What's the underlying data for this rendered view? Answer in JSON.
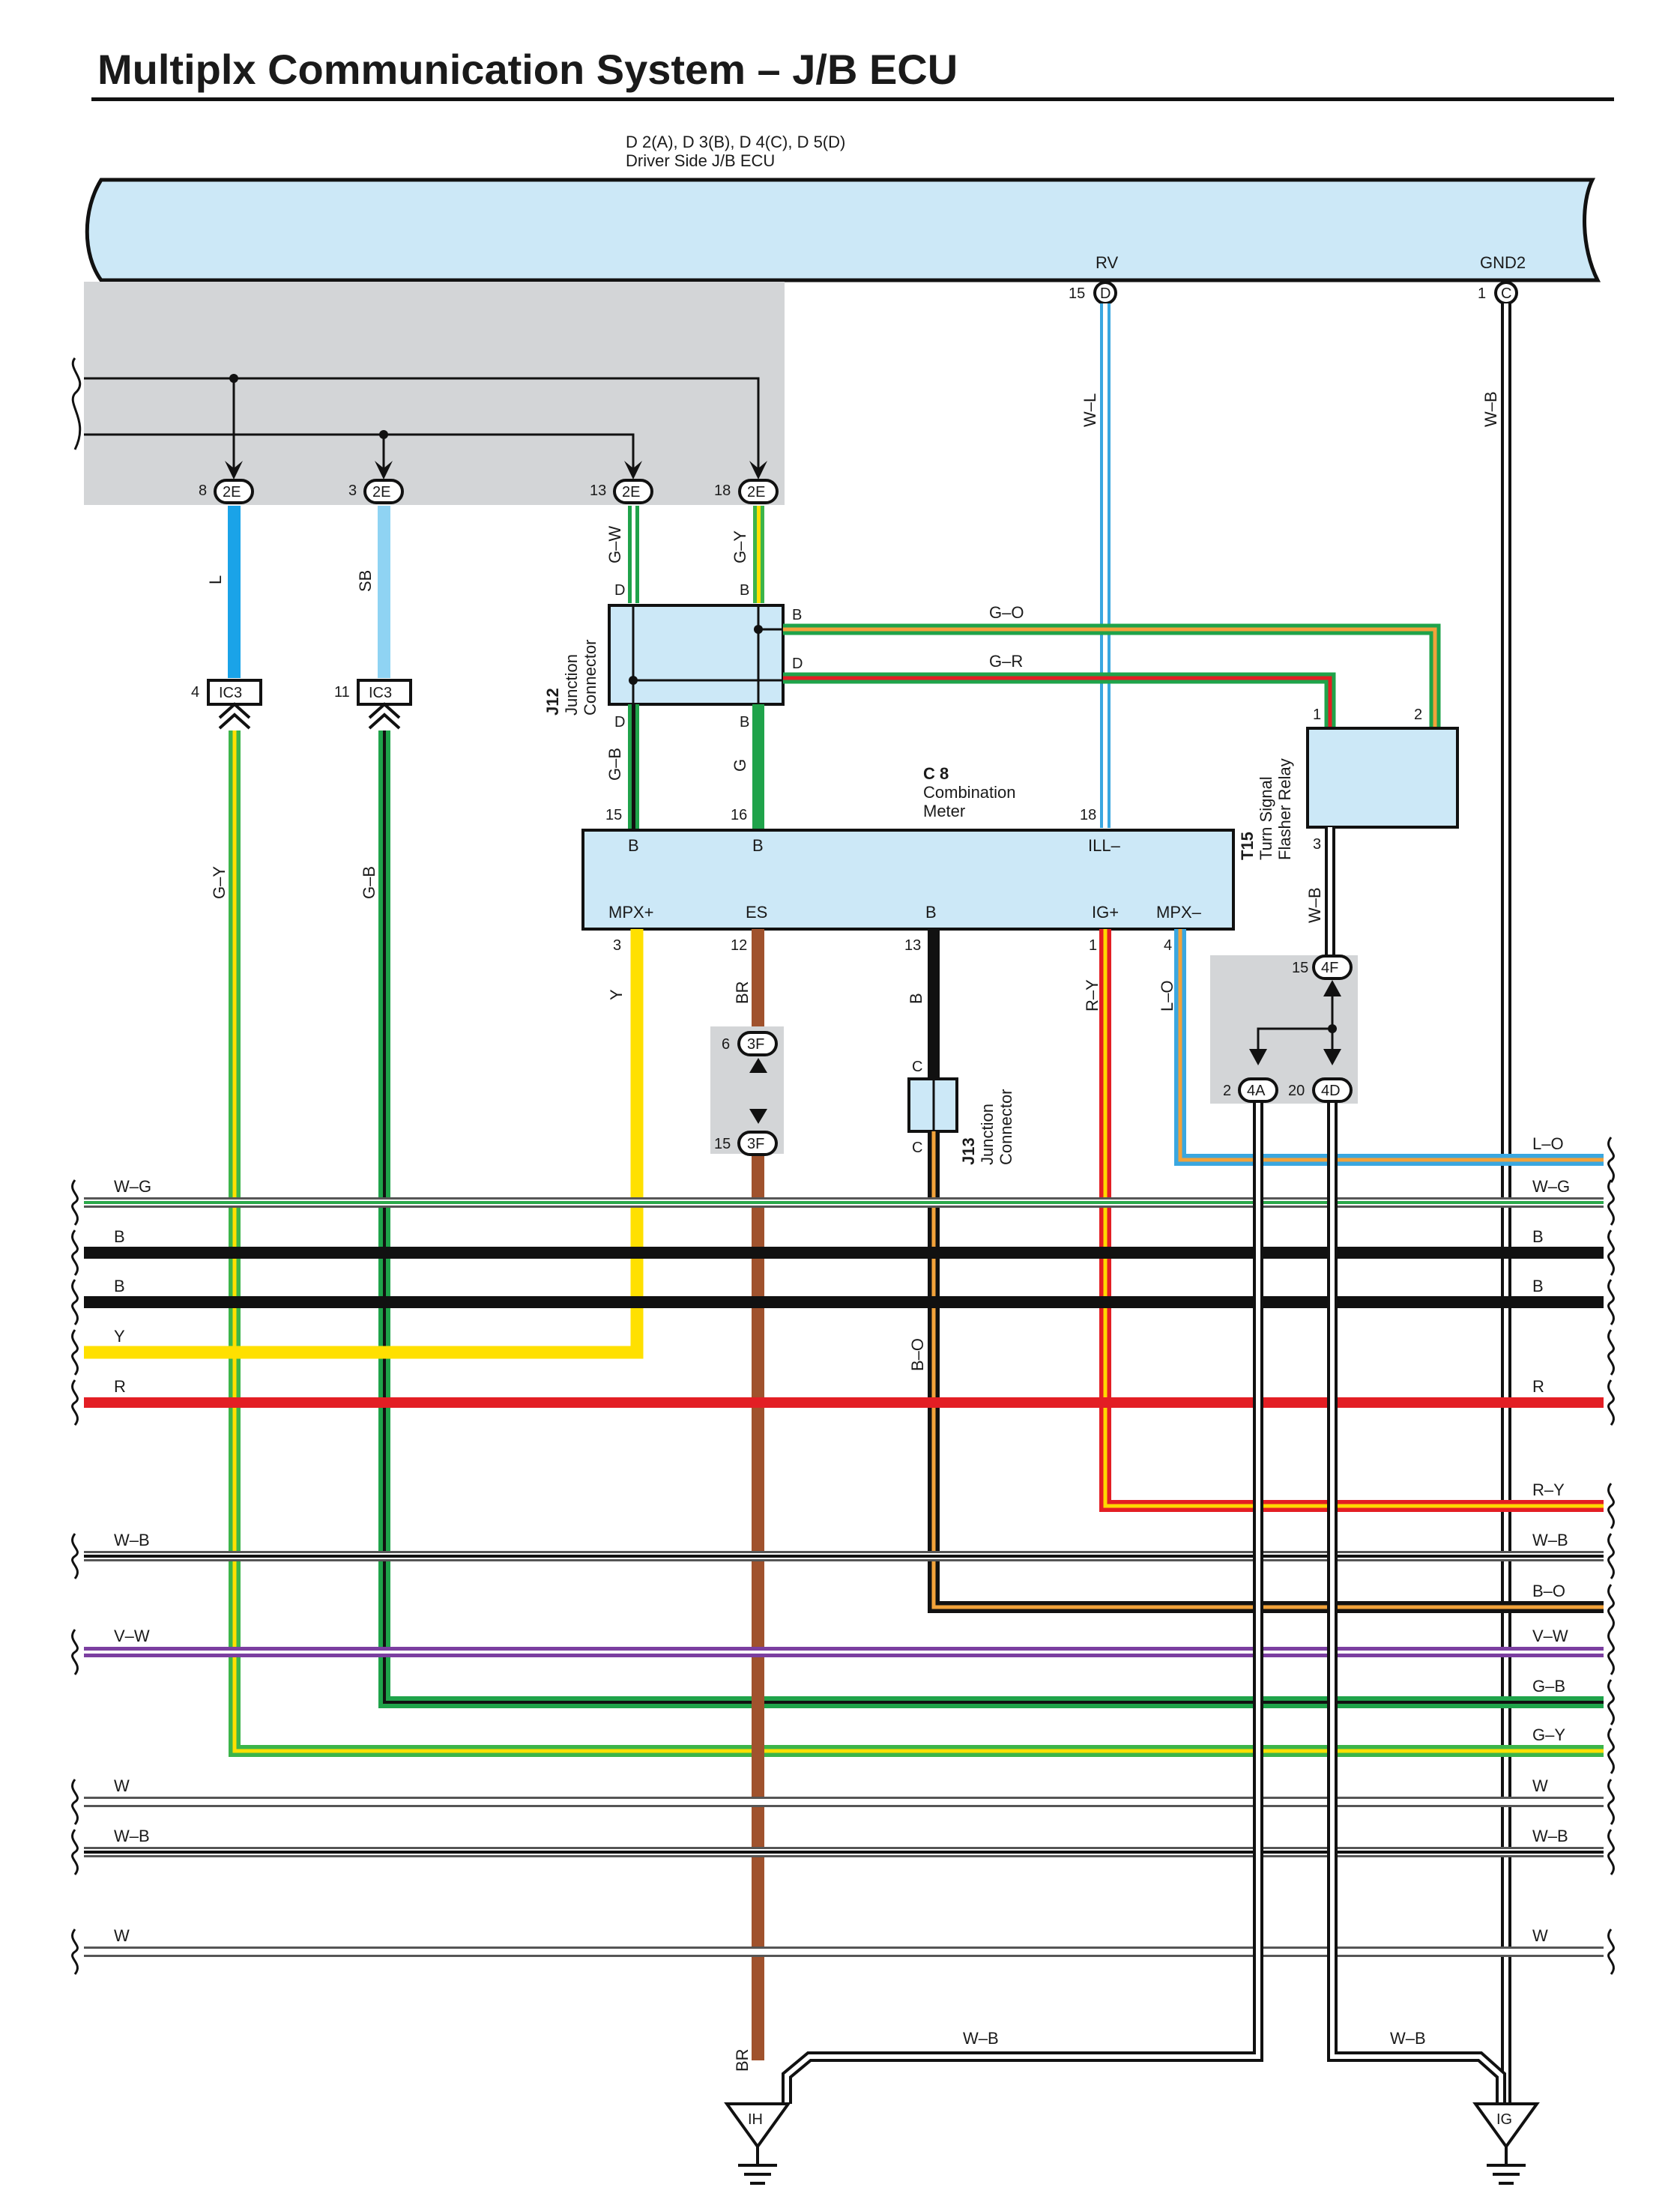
{
  "title": "Multiplx Communication System – J/B ECU",
  "ecu": {
    "designation": "D 2(A), D 3(B), D 4(C), D 5(D)",
    "name": "Driver Side J/B ECU",
    "terminals": [
      {
        "label": "RV",
        "pin": "15",
        "connector": "D"
      },
      {
        "label": "GND2",
        "pin": "1",
        "connector": "C"
      }
    ]
  },
  "ecu_outputs": [
    {
      "pin": "8",
      "connector": "2E",
      "wire": "L"
    },
    {
      "pin": "3",
      "connector": "2E",
      "wire": "SB"
    },
    {
      "pin": "13",
      "connector": "2E",
      "wire": "G–W"
    },
    {
      "pin": "18",
      "connector": "2E",
      "wire": "G–Y"
    }
  ],
  "ic3": [
    {
      "pin": "4",
      "connector": "IC3",
      "wire_below": "G–Y"
    },
    {
      "pin": "11",
      "connector": "IC3",
      "wire_below": "G–B"
    }
  ],
  "j12": {
    "id": "J12",
    "name1": "Junction",
    "name2": "Connector",
    "pins": [
      "D",
      "B",
      "B",
      "D",
      "D",
      "B"
    ],
    "wires_below": [
      "G–B",
      "G"
    ]
  },
  "j12_outputs": [
    {
      "wire": "G–O"
    },
    {
      "wire": "G–R"
    }
  ],
  "j13": {
    "id": "J13",
    "name1": "Junction",
    "name2": "Connector",
    "pins": [
      "C",
      "C"
    ]
  },
  "combination_meter": {
    "id": "C 8",
    "name1": "Combination",
    "name2": "Meter",
    "top_pins": [
      {
        "pin": "15",
        "label": "B"
      },
      {
        "pin": "16",
        "label": "B"
      },
      {
        "pin": "18",
        "label": "ILL–"
      }
    ],
    "bottom_pins": [
      {
        "pin": "3",
        "label": "MPX+",
        "wire": "Y"
      },
      {
        "pin": "12",
        "label": "ES",
        "wire": "BR"
      },
      {
        "pin": "13",
        "label": "B",
        "wire": "B"
      },
      {
        "pin": "1",
        "label": "IG+",
        "wire": "R–Y"
      },
      {
        "pin": "4",
        "label": "MPX–",
        "wire": "L–O"
      }
    ]
  },
  "flasher_relay": {
    "id": "T15",
    "name1": "Turn Signal",
    "name2": "Flasher Relay",
    "pins": [
      "1",
      "2",
      "3"
    ],
    "wire_below": "W–B"
  },
  "connectors": {
    "c3f_top": {
      "pin": "6",
      "connector": "3F"
    },
    "c3f_bottom": {
      "pin": "15",
      "connector": "3F"
    },
    "c4f": {
      "pin": "15",
      "connector": "4F"
    },
    "c4a": {
      "pin": "2",
      "connector": "4A"
    },
    "c4d": {
      "pin": "20",
      "connector": "4D"
    }
  },
  "wire_labels": {
    "rv": "W–L",
    "gnd2": "W–B",
    "j13_out": "B–O",
    "br_bottom": "BR",
    "gnd_ih": "W–B",
    "gnd_ig": "W–B"
  },
  "bus_wires": [
    {
      "left": "",
      "right": "L–O",
      "color": "#3aa7e0",
      "stripe": "#f2a23a"
    },
    {
      "left": "W–G",
      "right": "W–G",
      "color": "#ffffff",
      "stripe": "#2aa84a"
    },
    {
      "left": "B",
      "right": "B",
      "color": "#111111",
      "stripe": ""
    },
    {
      "left": "B",
      "right": "B",
      "color": "#111111",
      "stripe": ""
    },
    {
      "left": "Y",
      "right": "",
      "color": "#ffe000",
      "stripe": ""
    },
    {
      "left": "R",
      "right": "R",
      "color": "#e31e24",
      "stripe": ""
    },
    {
      "left": "",
      "right": "R–Y",
      "color": "#e31e24",
      "stripe": "#ffd800"
    },
    {
      "left": "W–B",
      "right": "W–B",
      "color": "#ffffff",
      "stripe": "#111111"
    },
    {
      "left": "",
      "right": "B–O",
      "color": "#111111",
      "stripe": "#f2a23a"
    },
    {
      "left": "V–W",
      "right": "V–W",
      "color": "#7b3fa0",
      "stripe": "#ffffff"
    },
    {
      "left": "",
      "right": "G–B",
      "color": "#1fa34a",
      "stripe": "#111111"
    },
    {
      "left": "",
      "right": "G–Y",
      "color": "#3cb54a",
      "stripe": "#ffe000"
    },
    {
      "left": "W",
      "right": "W",
      "color": "#ffffff",
      "stripe": ""
    },
    {
      "left": "W–B",
      "right": "W–B",
      "color": "#ffffff",
      "stripe": "#111111"
    },
    {
      "left": "W",
      "right": "W",
      "color": "#ffffff",
      "stripe": ""
    }
  ],
  "grounds": [
    {
      "label": "IH"
    },
    {
      "label": "IG"
    }
  ],
  "colors": {
    "component_fill": "#cce8f7",
    "splice_box": "#d3d5d7",
    "L": "#1aa3e8",
    "SB": "#8fd3f3",
    "G": "#1fa34a",
    "Y": "#ffe000",
    "BR": "#a0522d",
    "R": "#e31e24",
    "V": "#7b3fa0"
  }
}
